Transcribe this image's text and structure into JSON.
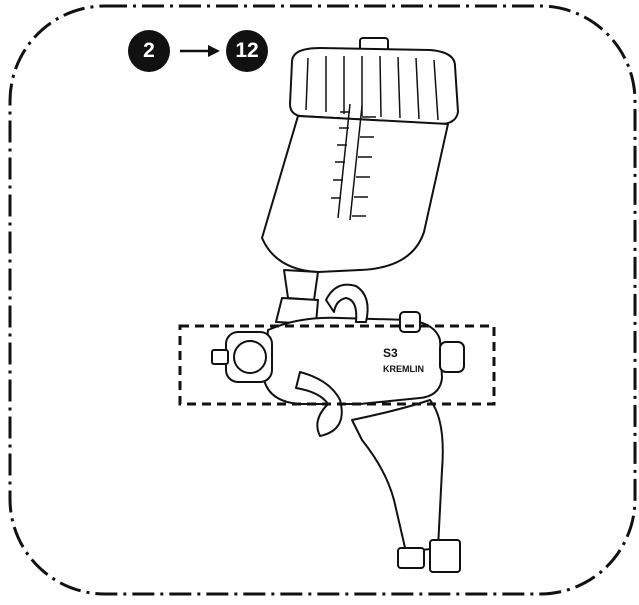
{
  "steps": {
    "from": "2",
    "to": "12"
  },
  "labels": {
    "model": "S3",
    "brand": "KREMLIN"
  },
  "colors": {
    "line": "#111111",
    "background": "#ffffff"
  },
  "icons": {
    "arrow": "right-arrow-icon"
  }
}
